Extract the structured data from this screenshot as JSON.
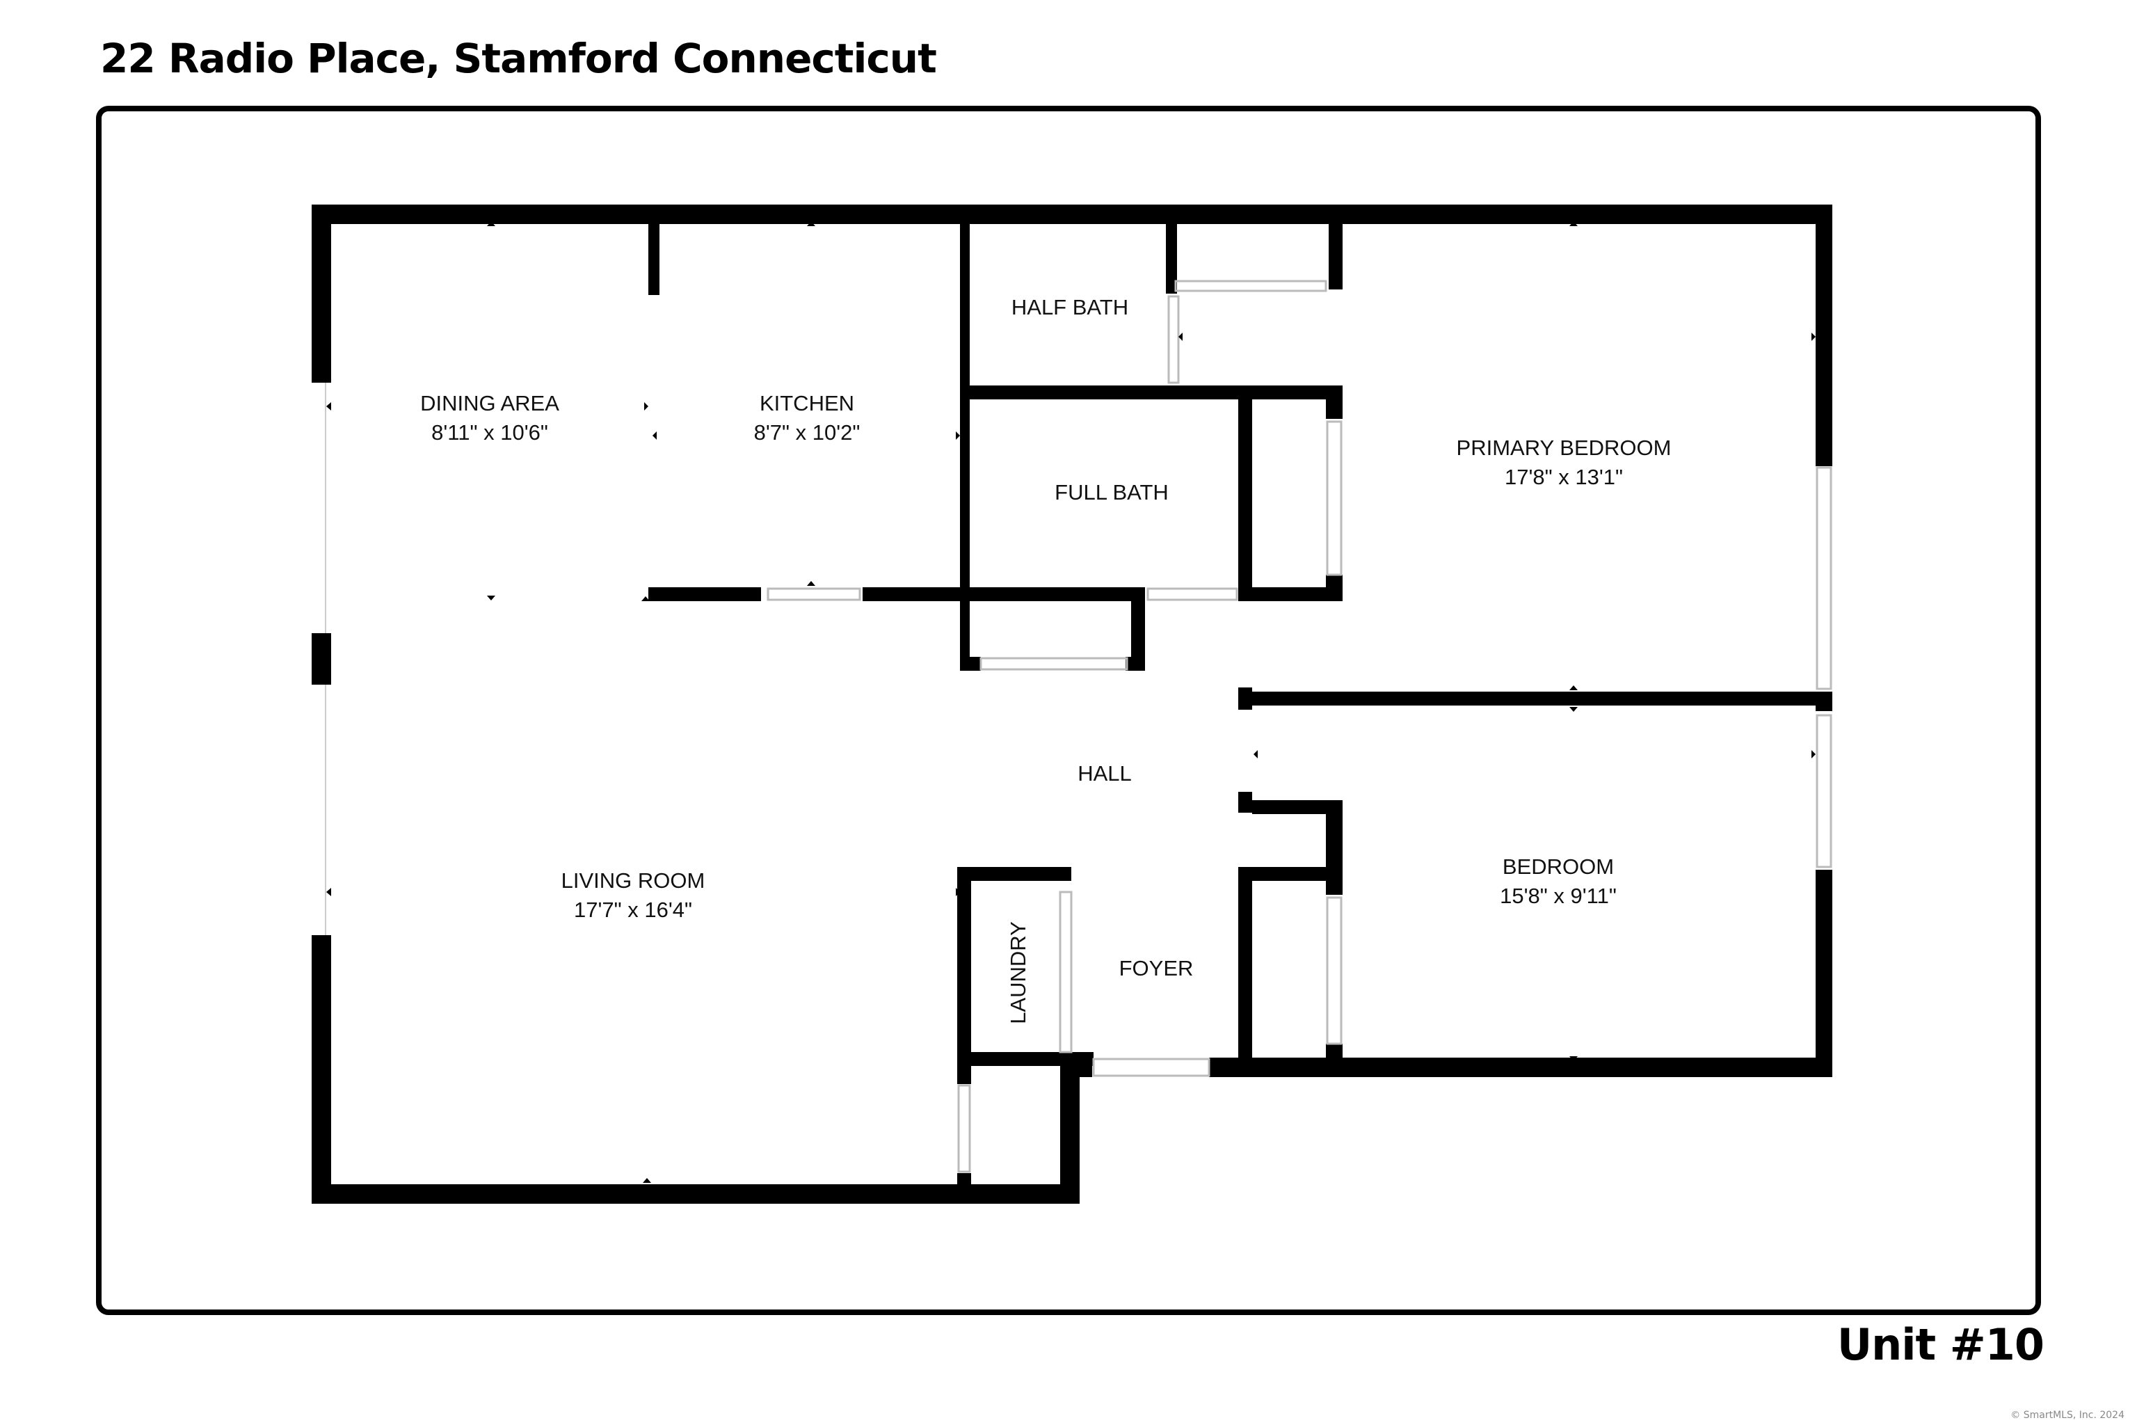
{
  "header": {
    "title": "22 Radio Place, Stamford Connecticut"
  },
  "footer": {
    "unit": "Unit #10",
    "copyright": "© SmartMLS, Inc. 2024"
  },
  "rooms": {
    "dining": {
      "name": "DINING AREA",
      "dims": "8'11\" x 10'6\""
    },
    "kitchen": {
      "name": "KITCHEN",
      "dims": "8'7\" x 10'2\""
    },
    "half_bath": {
      "name": "HALF BATH"
    },
    "full_bath": {
      "name": "FULL BATH"
    },
    "primary_bedroom": {
      "name": "PRIMARY BEDROOM",
      "dims": "17'8\" x 13'1\""
    },
    "hall": {
      "name": "HALL"
    },
    "living_room": {
      "name": "LIVING ROOM",
      "dims": "17'7\" x 16'4\""
    },
    "laundry": {
      "name": "LAUNDRY"
    },
    "foyer": {
      "name": "FOYER"
    },
    "bedroom": {
      "name": "BEDROOM",
      "dims": "15'8\" x 9'11\""
    }
  },
  "colors": {
    "wall": "#000000",
    "background": "#ffffff",
    "window_line": "#cccccc"
  }
}
